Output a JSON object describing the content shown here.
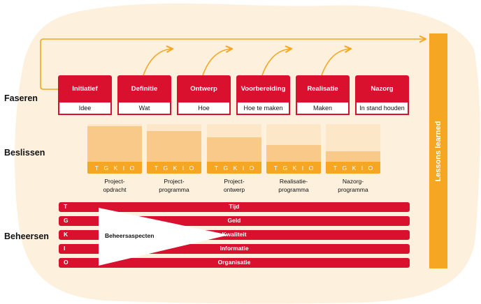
{
  "labels": {
    "faseren": "Faseren",
    "beslissen": "Beslissen",
    "beheersen": "Beheersen"
  },
  "phases": [
    {
      "name": "Initiatief",
      "sub": "Idee"
    },
    {
      "name": "Definitie",
      "sub": "Wat"
    },
    {
      "name": "Ontwerp",
      "sub": "Hoe"
    },
    {
      "name": "Voorbereiding",
      "sub": "Hoe te maken"
    },
    {
      "name": "Realisatie",
      "sub": "Maken"
    },
    {
      "name": "Nazorg",
      "sub": "In stand houden"
    }
  ],
  "tgkio": [
    "T",
    "G",
    "K",
    "I",
    "O"
  ],
  "decisions": [
    {
      "line1": "Project-",
      "line2": "opdracht",
      "fill": 0.95
    },
    {
      "line1": "Project-",
      "line2": "programma",
      "fill": 0.82
    },
    {
      "line1": "Project-",
      "line2": "ontwerp",
      "fill": 0.64
    },
    {
      "line1": "Realisatie-",
      "line2": "programma",
      "fill": 0.45
    },
    {
      "line1": "Nazorg-",
      "line2": "programma",
      "fill": 0.28
    }
  ],
  "aspects": [
    {
      "letter": "T",
      "name": "Tijd"
    },
    {
      "letter": "G",
      "name": "Geld"
    },
    {
      "letter": "K",
      "name": "Kwaliteit"
    },
    {
      "letter": "I",
      "name": "Informatie"
    },
    {
      "letter": "O",
      "name": "Organisatie"
    }
  ],
  "beheersaspecten": "Beheersaspecten",
  "lessons": "Lessons learned",
  "colors": {
    "red": "#d9102e",
    "orange": "#f5a623",
    "light": "#fde7c9",
    "mid": "#f9c98a",
    "blob": "#fdf0dd"
  }
}
